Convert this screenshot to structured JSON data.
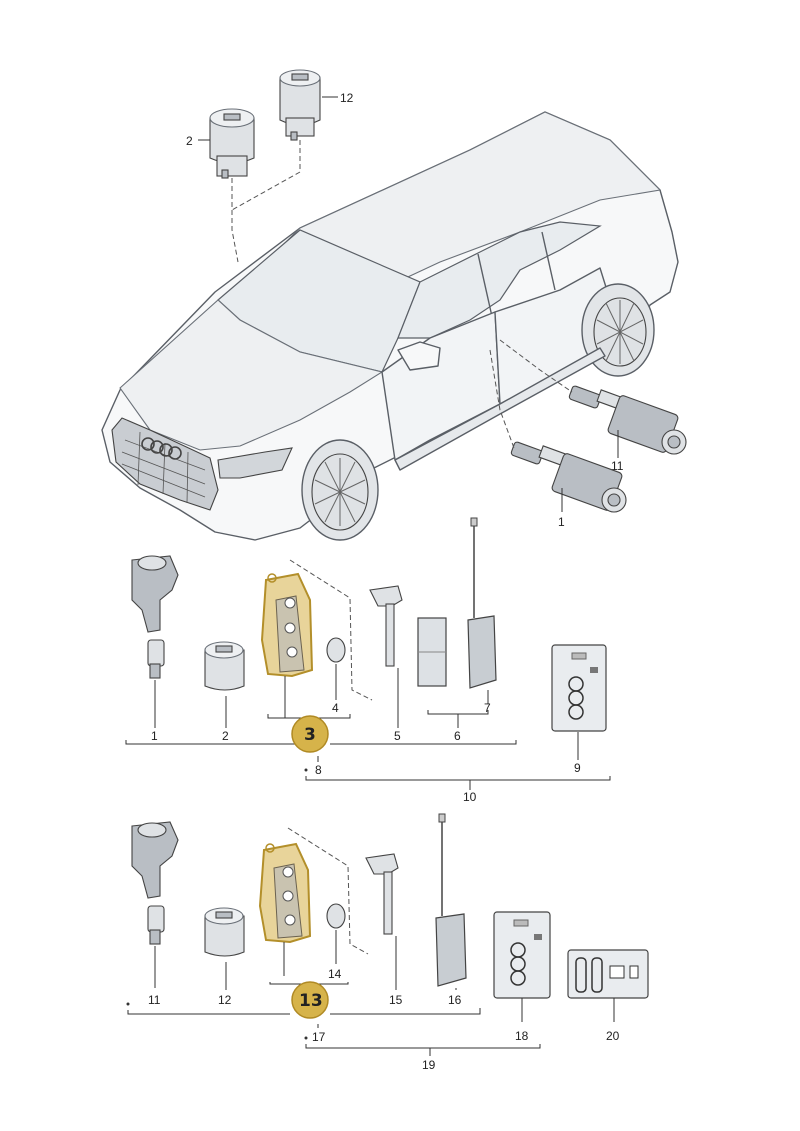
{
  "callouts": {
    "p1_top": "1",
    "p2_top": "2",
    "p11_top": "11",
    "p12_top": "12",
    "p1_mid": "1",
    "p2_mid": "2",
    "p3_mid": "3",
    "p4_mid": "4",
    "p5_mid": "5",
    "p6_mid": "6",
    "p7_mid": "7",
    "p8_mid": "8",
    "p9_mid": "9",
    "p10_mid": "10",
    "p11_bot": "11",
    "p12_bot": "12",
    "p13_bot": "13",
    "p14_bot": "14",
    "p15_bot": "15",
    "p16_bot": "16",
    "p17_bot": "17",
    "p18_bot": "18",
    "p19_bot": "19",
    "p20_bot": "20"
  },
  "highlight": {
    "fill": "#d6b34a",
    "stroke": "#b08a24",
    "part_tint": "#e8d49a"
  }
}
